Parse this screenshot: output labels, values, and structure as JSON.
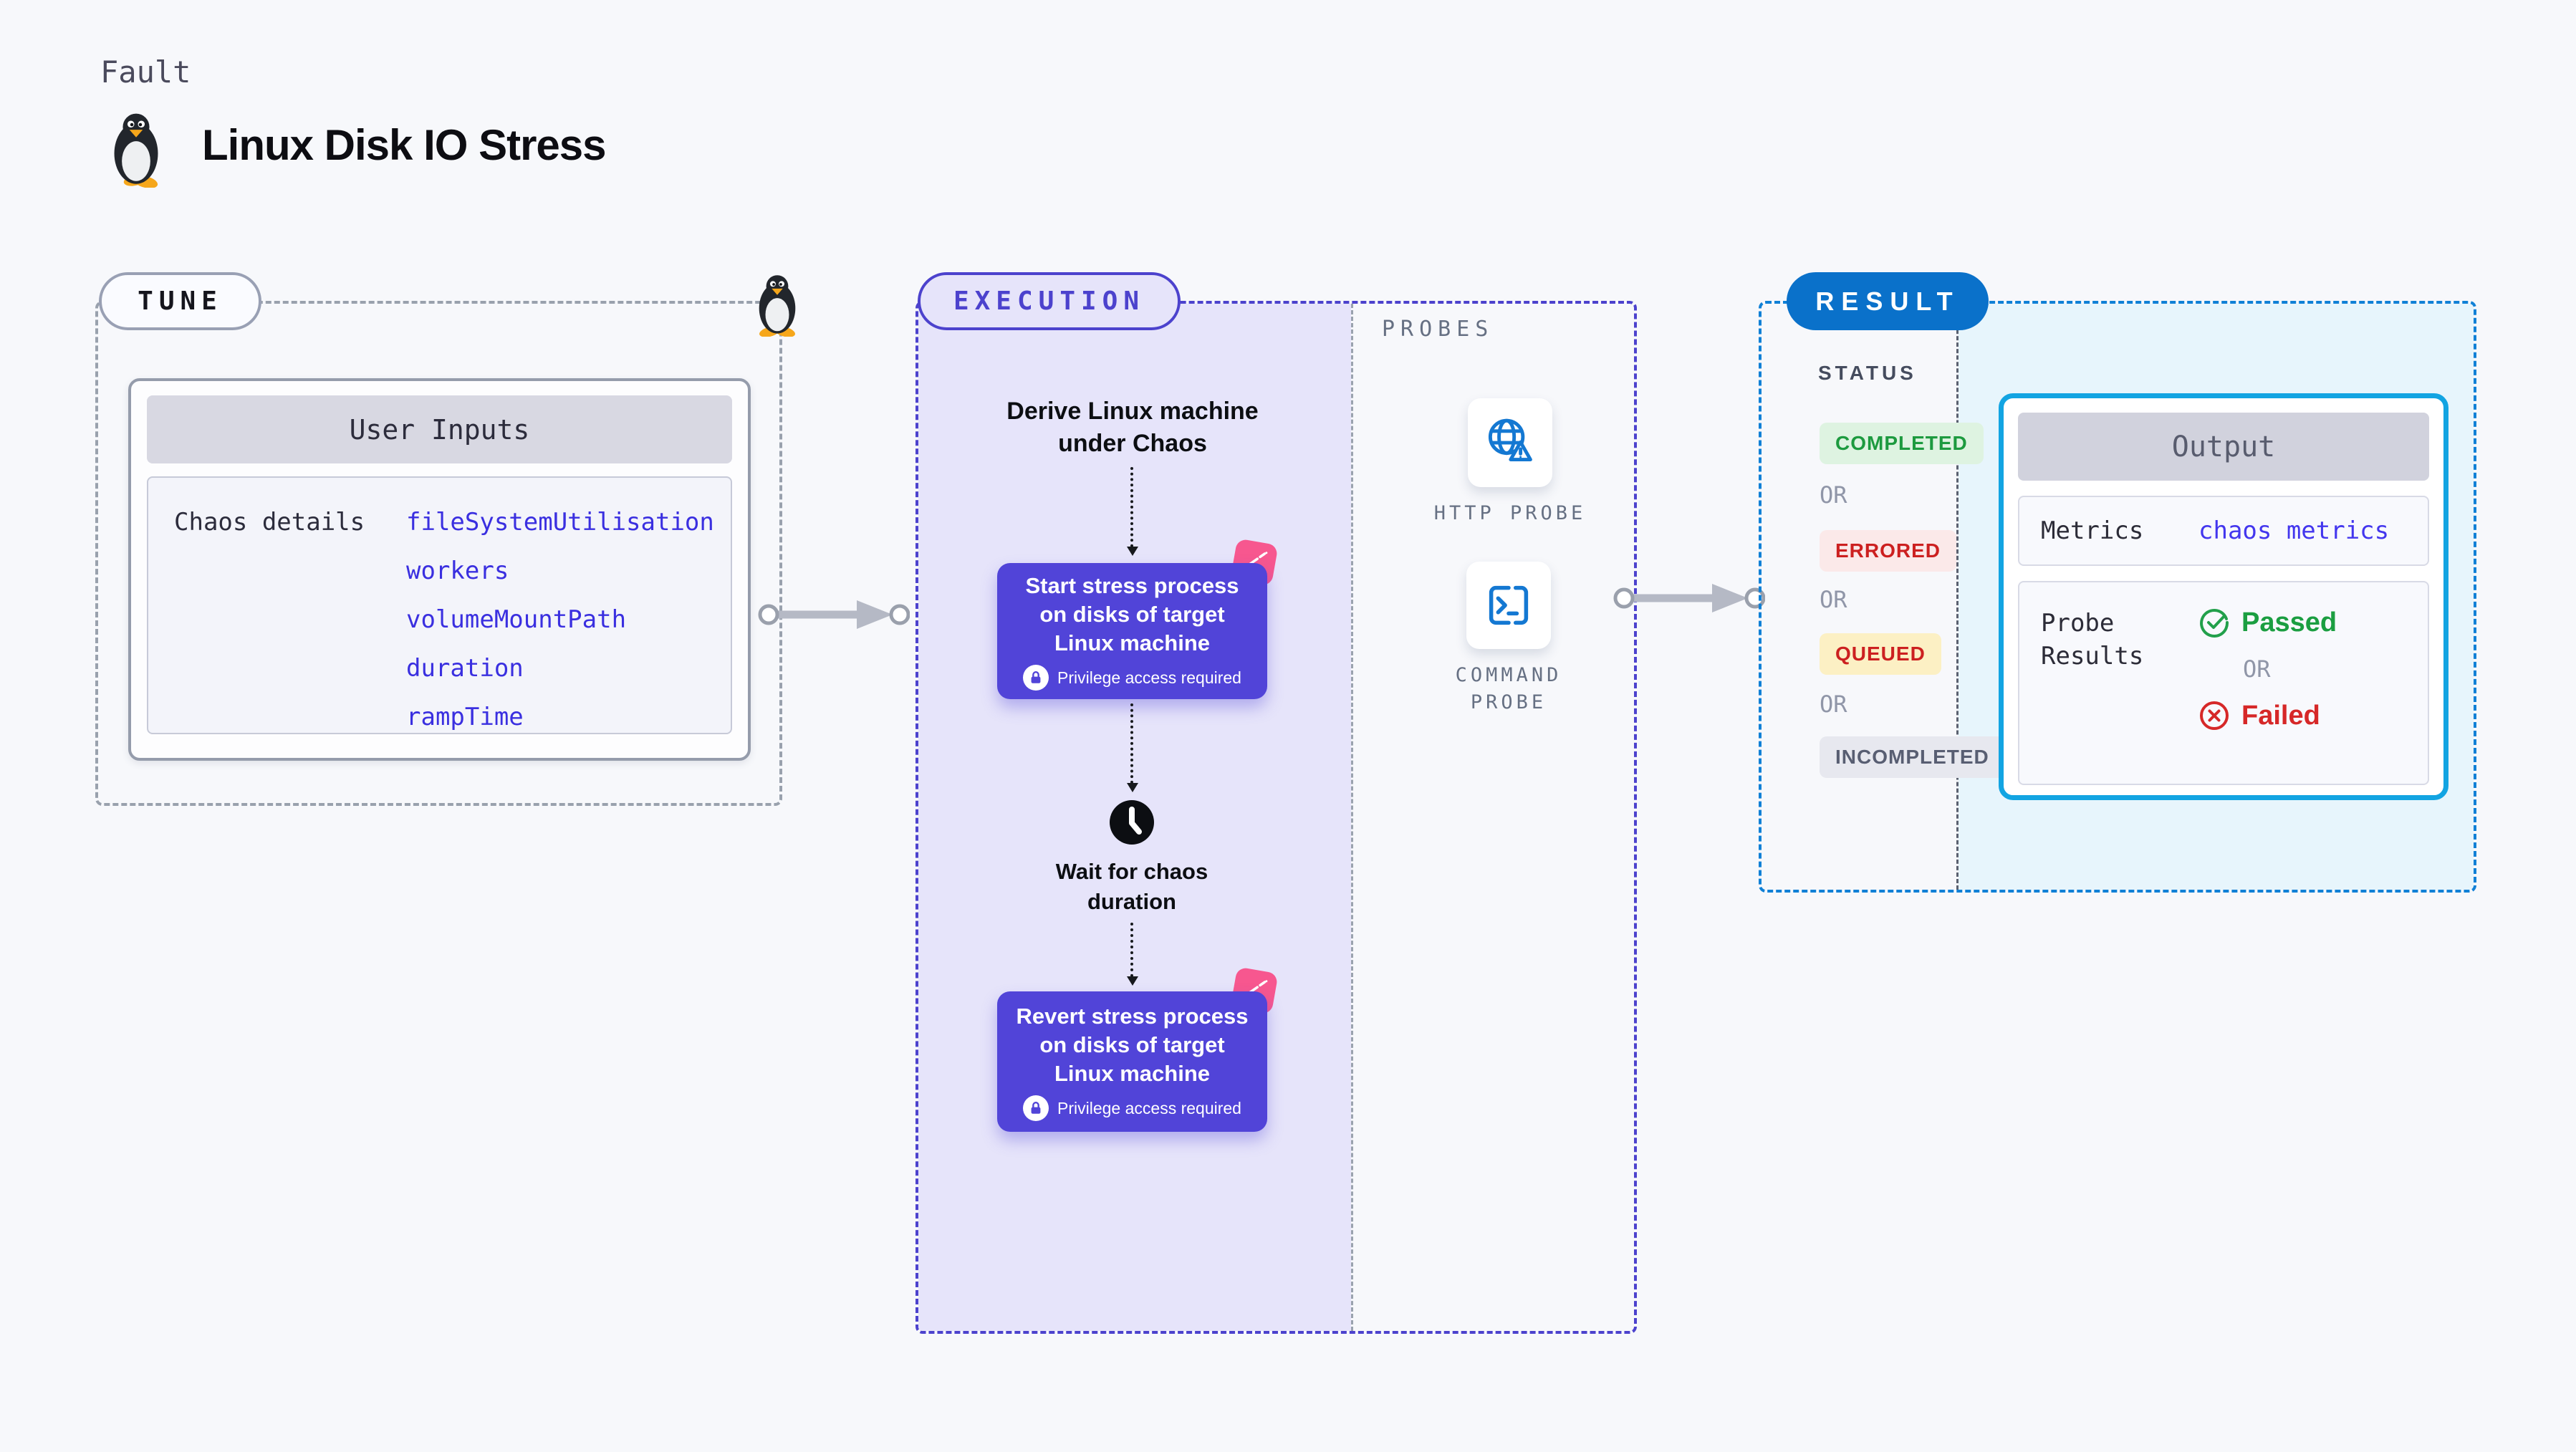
{
  "page": {
    "kicker": "Fault",
    "title": "Linux Disk IO Stress"
  },
  "tune": {
    "badge": "TUNE",
    "card_title": "User Inputs",
    "row_label": "Chaos details",
    "inputs": [
      "fileSystemUtilisation",
      "workers",
      "volumeMountPath",
      "duration",
      "rampTime"
    ]
  },
  "execution": {
    "badge": "EXECUTION",
    "derive_step": "Derive Linux machine under Chaos",
    "start_step": "Start stress process on disks of target Linux machine",
    "wait_step": "Wait for chaos duration",
    "revert_step": "Revert stress process on disks of target Linux machine",
    "privilege_note": "Privilege access required",
    "probes": {
      "label": "PROBES",
      "items": [
        {
          "label": "HTTP PROBE",
          "icon": "globe-alert-icon"
        },
        {
          "label": "COMMAND PROBE",
          "icon": "terminal-icon"
        }
      ]
    }
  },
  "result": {
    "badge": "RESULT",
    "status": {
      "label": "STATUS",
      "separator": "OR",
      "badges": [
        {
          "label": "COMPLETED",
          "fg": "#1d9a3f",
          "bg": "#def3e1"
        },
        {
          "label": "ERRORED",
          "fg": "#cc2020",
          "bg": "#fbe9e9"
        },
        {
          "label": "QUEUED",
          "fg": "#cc2020",
          "bg": "#fcf0c4"
        },
        {
          "label": "INCOMPLETED",
          "fg": "#585e72",
          "bg": "#e7e8ef"
        }
      ]
    },
    "output": {
      "title": "Output",
      "metrics_label": "Metrics",
      "metrics_value": "chaos metrics",
      "probe_results_label": "Probe Results",
      "passed": "Passed",
      "or": "OR",
      "failed": "Failed"
    }
  },
  "colors": {
    "background": "#f7f8fb",
    "tune_gray": "#99a1ad",
    "execution_indigo": "#4c42cd",
    "execution_fill": "#e6e4fa",
    "node_purple": "#5144d8",
    "chaos_pink": "#f7578f",
    "result_blue": "#0a71ca",
    "result_dash": "#1080d6",
    "result_fill": "#e7f5fc",
    "output_border": "#12a4e2",
    "input_value_blue": "#3a2fe0",
    "probe_icon_blue": "#1478d2",
    "passed_green": "#1b9e41",
    "failed_red": "#d62828",
    "arrow_gray": "#b5b9c5"
  }
}
